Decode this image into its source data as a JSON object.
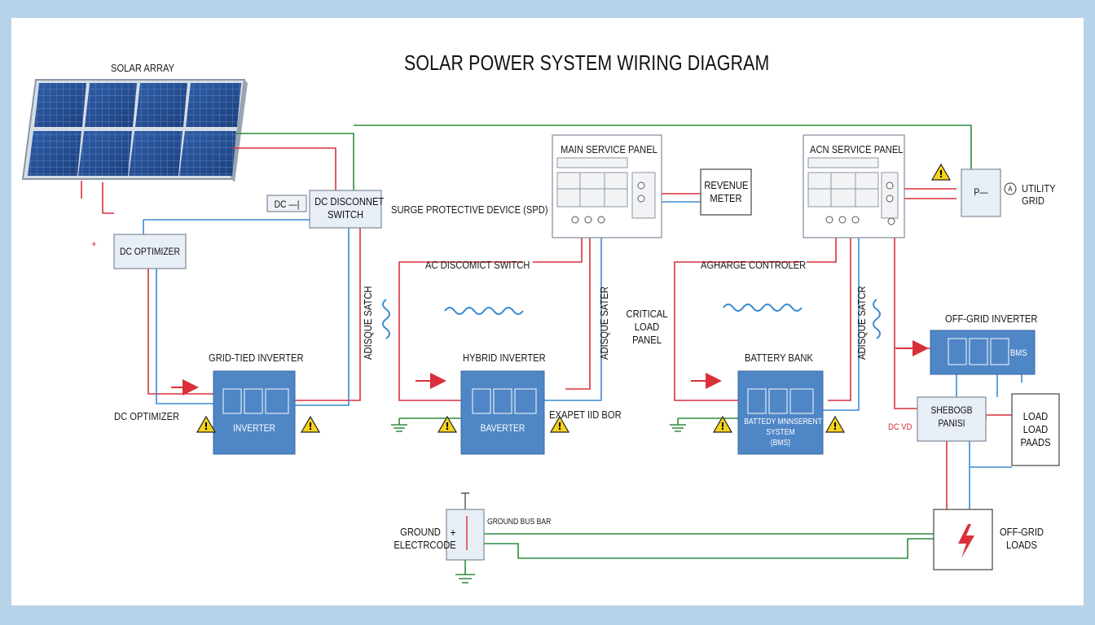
{
  "title": "SOLAR POWER SYSTEM WIRING DIAGRAM",
  "labels": {
    "solar_array": "SOLAR ARRAY",
    "dc_disconnect": [
      "DC DISCONNET",
      "SWITCH"
    ],
    "dc_box": "DC —|",
    "dc_optimizer_box": "DC OPTIMIZER",
    "dc_optimizer_side": "DC OPTIMIZER",
    "plus": "+",
    "spd": "SURGE PROTECTIVE DEVICE (SPD)",
    "main_service_panel": "MAIN SERVICE PANEL",
    "revenue_meter": [
      "REVENUE",
      "METER"
    ],
    "acn_service_panel": "ACN SERVICE PANEL",
    "utility_grid": [
      "UTILITY",
      "GRID"
    ],
    "utility_symbol": "A",
    "utility_box_text": "P—",
    "ac_disconnect": "AC DISCOMICT SWITCH",
    "charge_controller": "AGHARGE CONTROLER",
    "adisque_1": "ADISQUE SATCH",
    "adisque_2": "ADISQUE SATER",
    "adisque_3": "ADISQUE SATCR",
    "critical_load_panel": [
      "CRITICAL",
      "LOAD",
      "PANEL"
    ],
    "grid_tied_inverter": "GRID-TIED INVERTER",
    "inverter": "INVERTER",
    "hybrid_inverter": "HYBRID INVERTER",
    "baverter": "BAVERTER",
    "exapet": "EXAPET IID BOR",
    "battery_bank": "BATTERY BANK",
    "bms": [
      "BATTEDY MNNSERENT",
      "SYSTEM",
      "(BMS)"
    ],
    "off_grid_inverter": "OFF-GRID INVERTER",
    "off_grid_bms": "BMS",
    "shebog": [
      "SHEBOGB",
      "PANISI"
    ],
    "dc_vd": "DC VD",
    "load_panel": [
      "LOAD",
      "LOAD",
      "PAADS"
    ],
    "ground_electrode": [
      "GROUND",
      "ELECTRCODE"
    ],
    "ground_bus_bar": "GROUND BUS BAR",
    "off_grid_loads": [
      "OFF-GRID",
      "LOADS"
    ]
  },
  "colors": {
    "positive_wire": "#d9303a",
    "negative_wire": "#3a8ad0",
    "ground_wire": "#2e8b3e",
    "device_blue": "#4f86c6",
    "warning_yellow": "#f7d21a",
    "panel_gray": "#f2f3f5",
    "background": "#b7d3ea"
  },
  "icons": [
    "solar-panel-icon",
    "warning-icon",
    "ground-icon",
    "lightning-icon",
    "wave-icon"
  ]
}
